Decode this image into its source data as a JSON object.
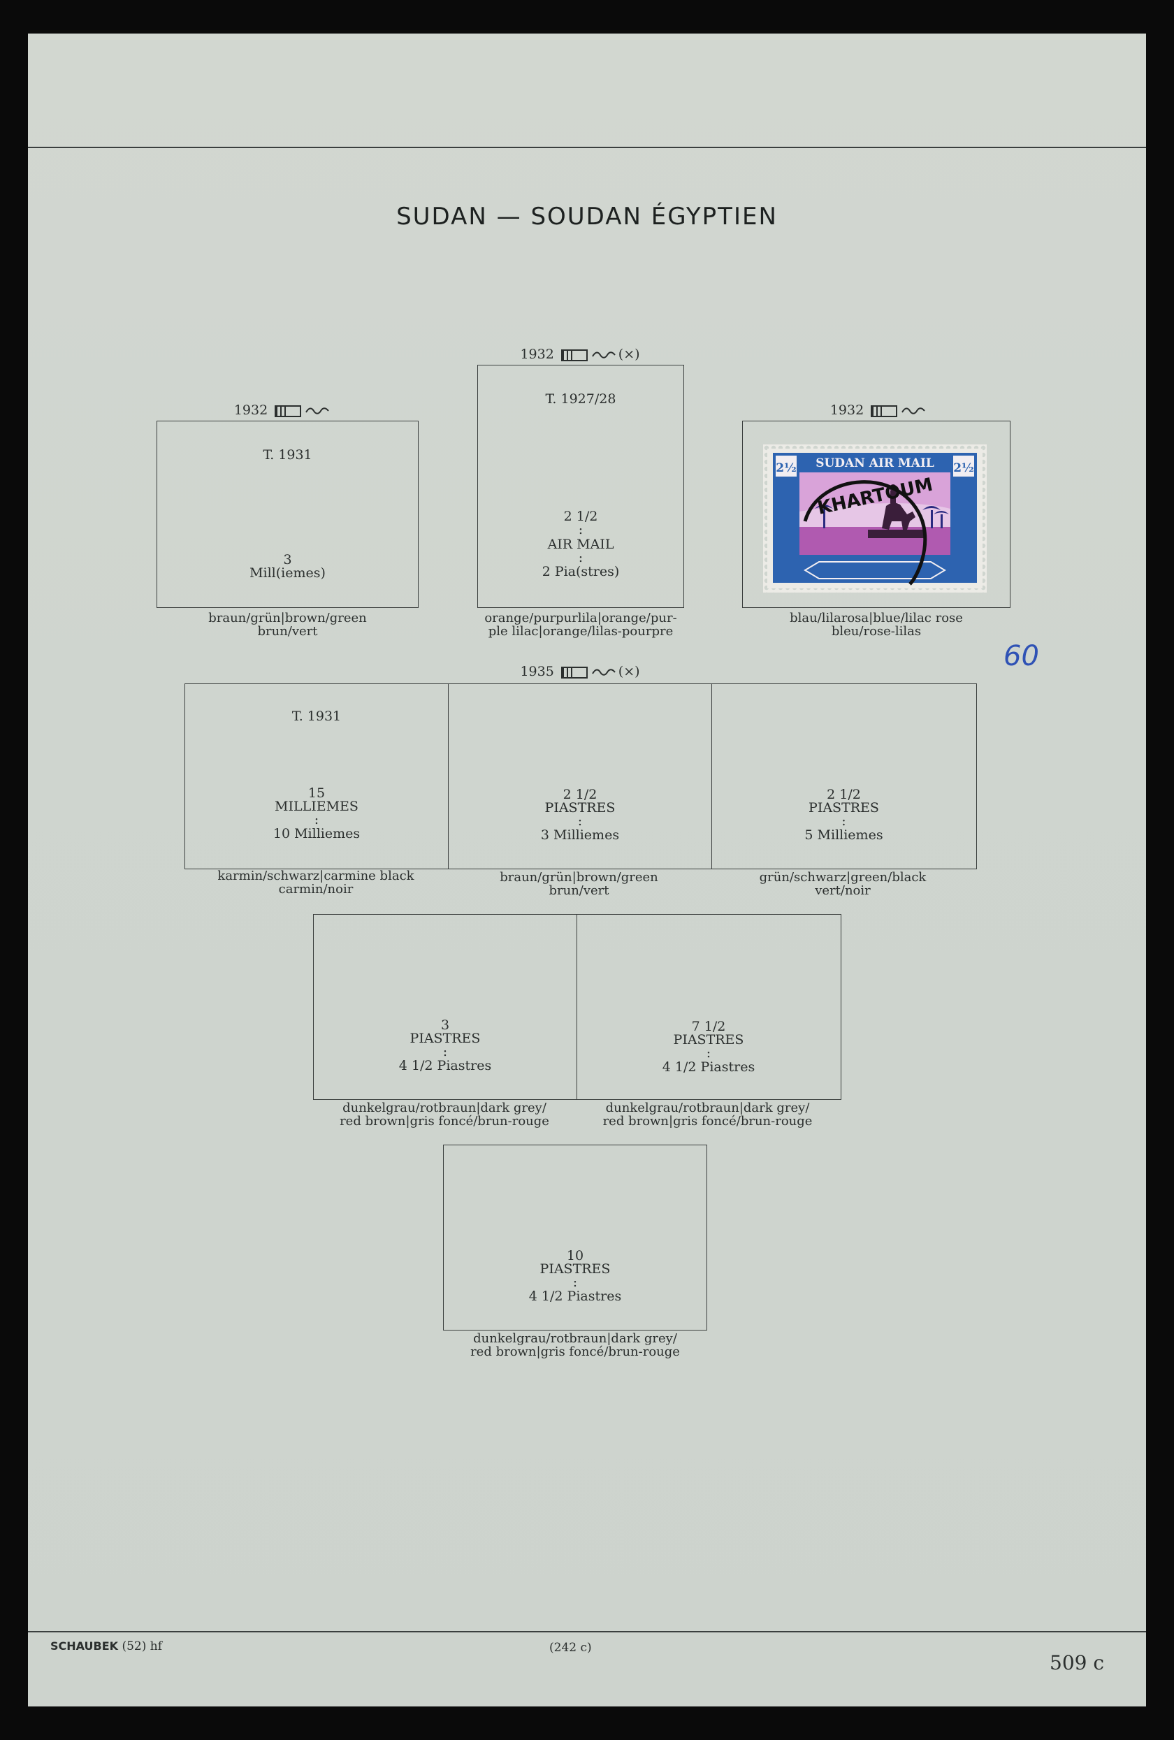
{
  "title": "SUDAN — SOUDAN ÉGYPTIEN",
  "group1": {
    "left": {
      "header_year": "1932",
      "type": "T. 1931",
      "value_line1": "3",
      "value_line2": "Mill(iemes)",
      "caption_line1": "braun/grün|brown/green",
      "caption_line2": "brun/vert"
    },
    "middle": {
      "header_year": "1932",
      "header_note": "(×)",
      "type": "T. 1927/28",
      "value_line1": "2 1/2",
      "sep1": ":",
      "value_line2": "AIR MAIL",
      "sep2": ":",
      "value_line3": "2 Pia(stres)",
      "caption_line1": "orange/purpurlila|orange/pur-",
      "caption_line2": "ple lilac|orange/lilas-pourpre"
    },
    "right": {
      "header_year": "1932",
      "stamp_text": "SUDAN AIR MAIL",
      "stamp_value": "2½",
      "stamp_postmark": "KHARTOUM",
      "caption_line1": "blau/lilarosa|blue/lilac rose",
      "caption_line2": "bleu/rose-lilas"
    }
  },
  "pencil_note": "60",
  "group2": {
    "header_year": "1935",
    "header_note": "(×)",
    "cells": [
      {
        "type": "T. 1931",
        "v1": "15",
        "v2": "MILLIEMES",
        "sep": ":",
        "v3": "10 Milliemes",
        "caption_line1": "karmin/schwarz|carmine black",
        "caption_line2": "carmin/noir"
      },
      {
        "type": "",
        "v1": "2 1/2",
        "v2": "PIASTRES",
        "sep": ":",
        "v3": "3 Milliemes",
        "caption_line1": "braun/grün|brown/green",
        "caption_line2": "brun/vert"
      },
      {
        "type": "",
        "v1": "2 1/2",
        "v2": "PIASTRES",
        "sep": ":",
        "v3": "5 Milliemes",
        "caption_line1": "grün/schwarz|green/black",
        "caption_line2": "vert/noir"
      }
    ]
  },
  "group3": {
    "cells": [
      {
        "v1": "3",
        "v2": "PIASTRES",
        "sep": ":",
        "v3": "4 1/2 Piastres",
        "caption_line1": "dunkelgrau/rotbraun|dark grey/",
        "caption_line2": "red brown|gris foncé/brun-rouge"
      },
      {
        "v1": "7 1/2",
        "v2": "PIASTRES",
        "sep": ":",
        "v3": "4 1/2 Piastres",
        "caption_line1": "dunkelgrau/rotbraun|dark grey/",
        "caption_line2": "red brown|gris foncé/brun-rouge"
      }
    ]
  },
  "group4": {
    "v1": "10",
    "v2": "PIASTRES",
    "sep": ":",
    "v3": "4 1/2 Piastres",
    "caption_line1": "dunkelgrau/rotbraun|dark grey/",
    "caption_line2": "red brown|gris foncé/brun-rouge"
  },
  "footer": {
    "publisher": "SCHAUBEK",
    "edition": "(52)",
    "code": "hf",
    "ref": "(242 c)",
    "page_number": "509 c"
  },
  "colors": {
    "paper": "#d0d6cf",
    "ink": "#2b2f2e",
    "stamp_frame": "#2d63b0",
    "stamp_center": "#b05ab0",
    "pencil": "#2f52b5"
  }
}
